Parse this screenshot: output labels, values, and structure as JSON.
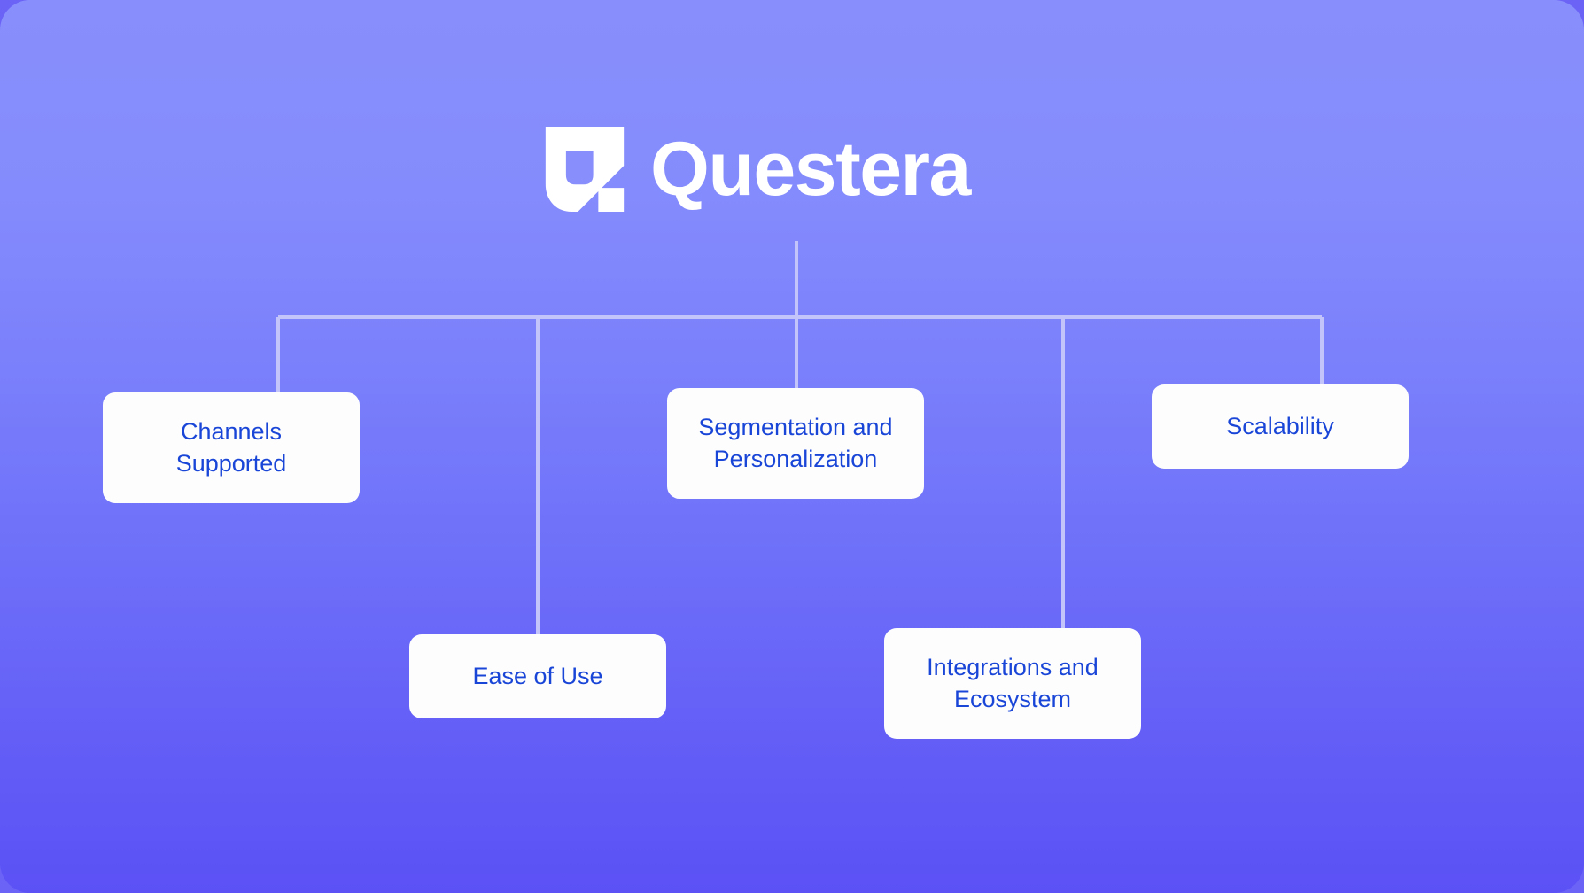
{
  "brand": {
    "name": "Questera",
    "logo_icon": "questera-logo-mark",
    "logo_color": "#FFFFFF"
  },
  "theme": {
    "gradient_top": "#888FFC",
    "gradient_bottom": "#5B51F5",
    "page_background": "#6B63F6",
    "node_background": "#FDFDFD",
    "node_text_color": "#1A46D8",
    "connector_color": "#C3C5FA"
  },
  "diagram": {
    "type": "tree",
    "root": "Questera",
    "nodes": [
      {
        "id": "channels-supported",
        "label": "Channels\nSupported"
      },
      {
        "id": "ease-of-use",
        "label": "Ease of Use"
      },
      {
        "id": "segmentation-and-personalization",
        "label": "Segmentation and\nPersonalization"
      },
      {
        "id": "integrations-and-ecosystem",
        "label": "Integrations and\nEcosystem"
      },
      {
        "id": "scalability",
        "label": "Scalability"
      }
    ]
  }
}
